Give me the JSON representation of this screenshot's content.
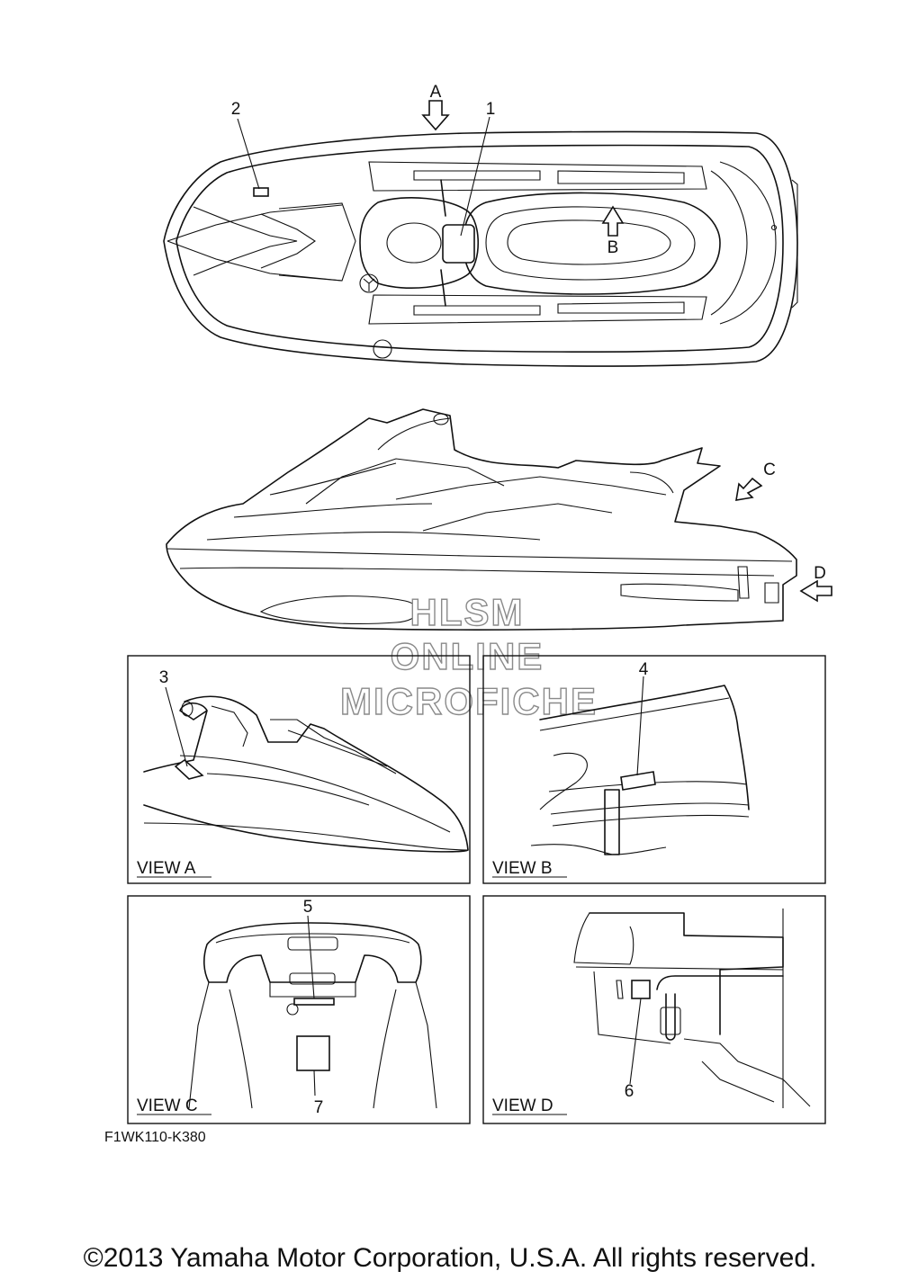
{
  "callouts": {
    "c1": "1",
    "c2": "2",
    "c3": "3",
    "c4": "4",
    "c5": "5",
    "c6": "6",
    "c7": "7"
  },
  "view_arrows": {
    "a": "A",
    "b": "B",
    "c": "C",
    "d": "D"
  },
  "view_labels": {
    "view_a": "VIEW A",
    "view_b": "VIEW B",
    "view_c": "VIEW C",
    "view_d": "VIEW D"
  },
  "watermark": {
    "line1": "HLSM",
    "line2": "ONLINE",
    "line3": "MICROFICHE"
  },
  "part_code": "F1WK110-K380",
  "copyright": "©2013 Yamaha Motor Corporation, U.S.A. All rights reserved."
}
